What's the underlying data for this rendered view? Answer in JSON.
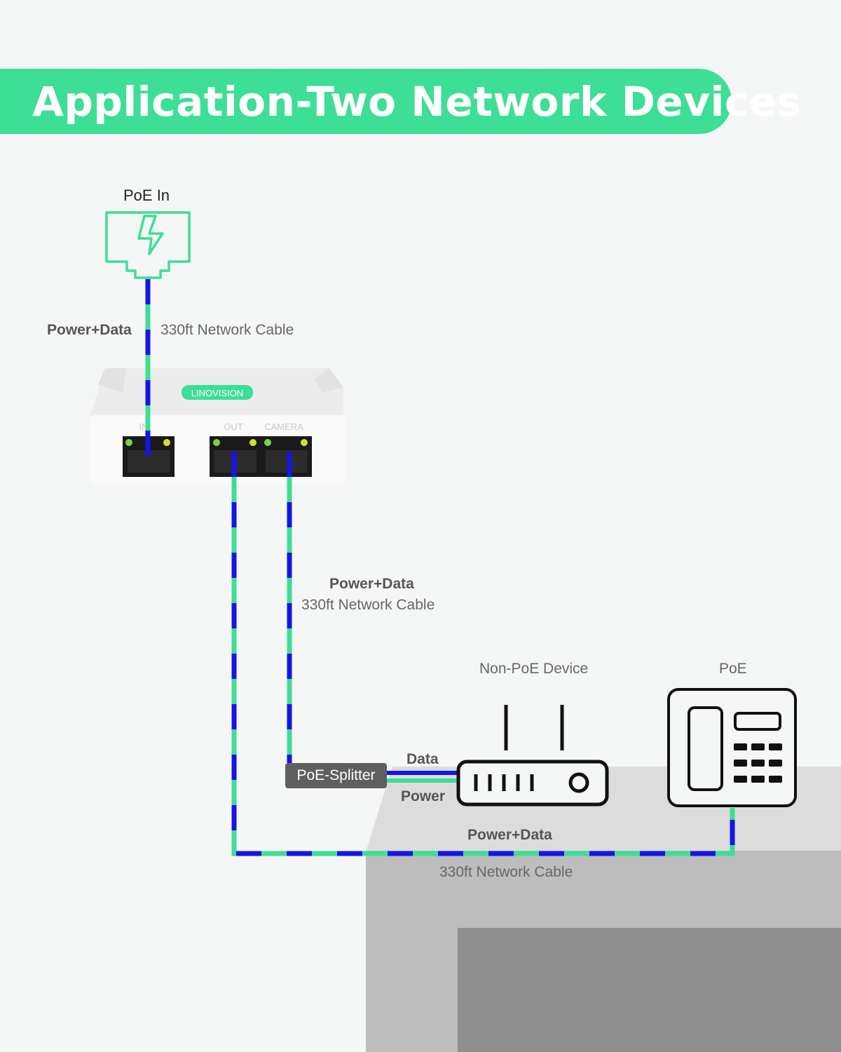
{
  "title": "Application-Two Network Devices",
  "poe_in": {
    "label": "PoE In"
  },
  "top_cable": {
    "type_label": "Power+Data",
    "cable_label": "330ft Network Cable"
  },
  "splitter_box": {
    "brand": "LINOVISION",
    "port_labels": [
      "IN",
      "OUT",
      "CAMERA"
    ]
  },
  "middle_cable": {
    "type_label": "Power+Data",
    "cable_label": "330ft Network Cable"
  },
  "poe_splitter": {
    "label": "PoE-Splitter",
    "data_label": "Data",
    "power_label": "Power"
  },
  "non_poe_device": {
    "label": "Non-PoE Device"
  },
  "poe_device": {
    "label": "PoE"
  },
  "bottom_cable": {
    "type_label": "Power+Data",
    "cable_label": "330ft Network Cable"
  },
  "colors": {
    "accent": "#3dde95",
    "cable_blue": "#1515e6",
    "cable_green": "#3dde95",
    "tag_gray": "#5f5f5f"
  }
}
